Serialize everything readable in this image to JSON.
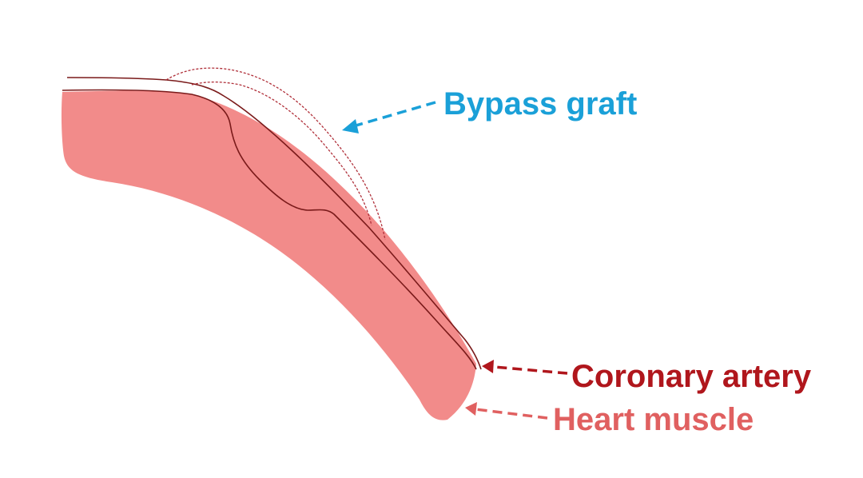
{
  "labels": {
    "bypass_graft": "Bypass graft",
    "coronary_artery": "Coronary artery",
    "heart_muscle": "Heart muscle"
  },
  "colors": {
    "background": "#ffffff",
    "heart_muscle_fill": "#f28b8a",
    "artery_line": "#7a1a1a",
    "graft_dashed_line": "#b0303a",
    "bypass_graft_label": "#1aa0d8",
    "coronary_artery_label": "#b0161c",
    "heart_muscle_label": "#e06060"
  }
}
